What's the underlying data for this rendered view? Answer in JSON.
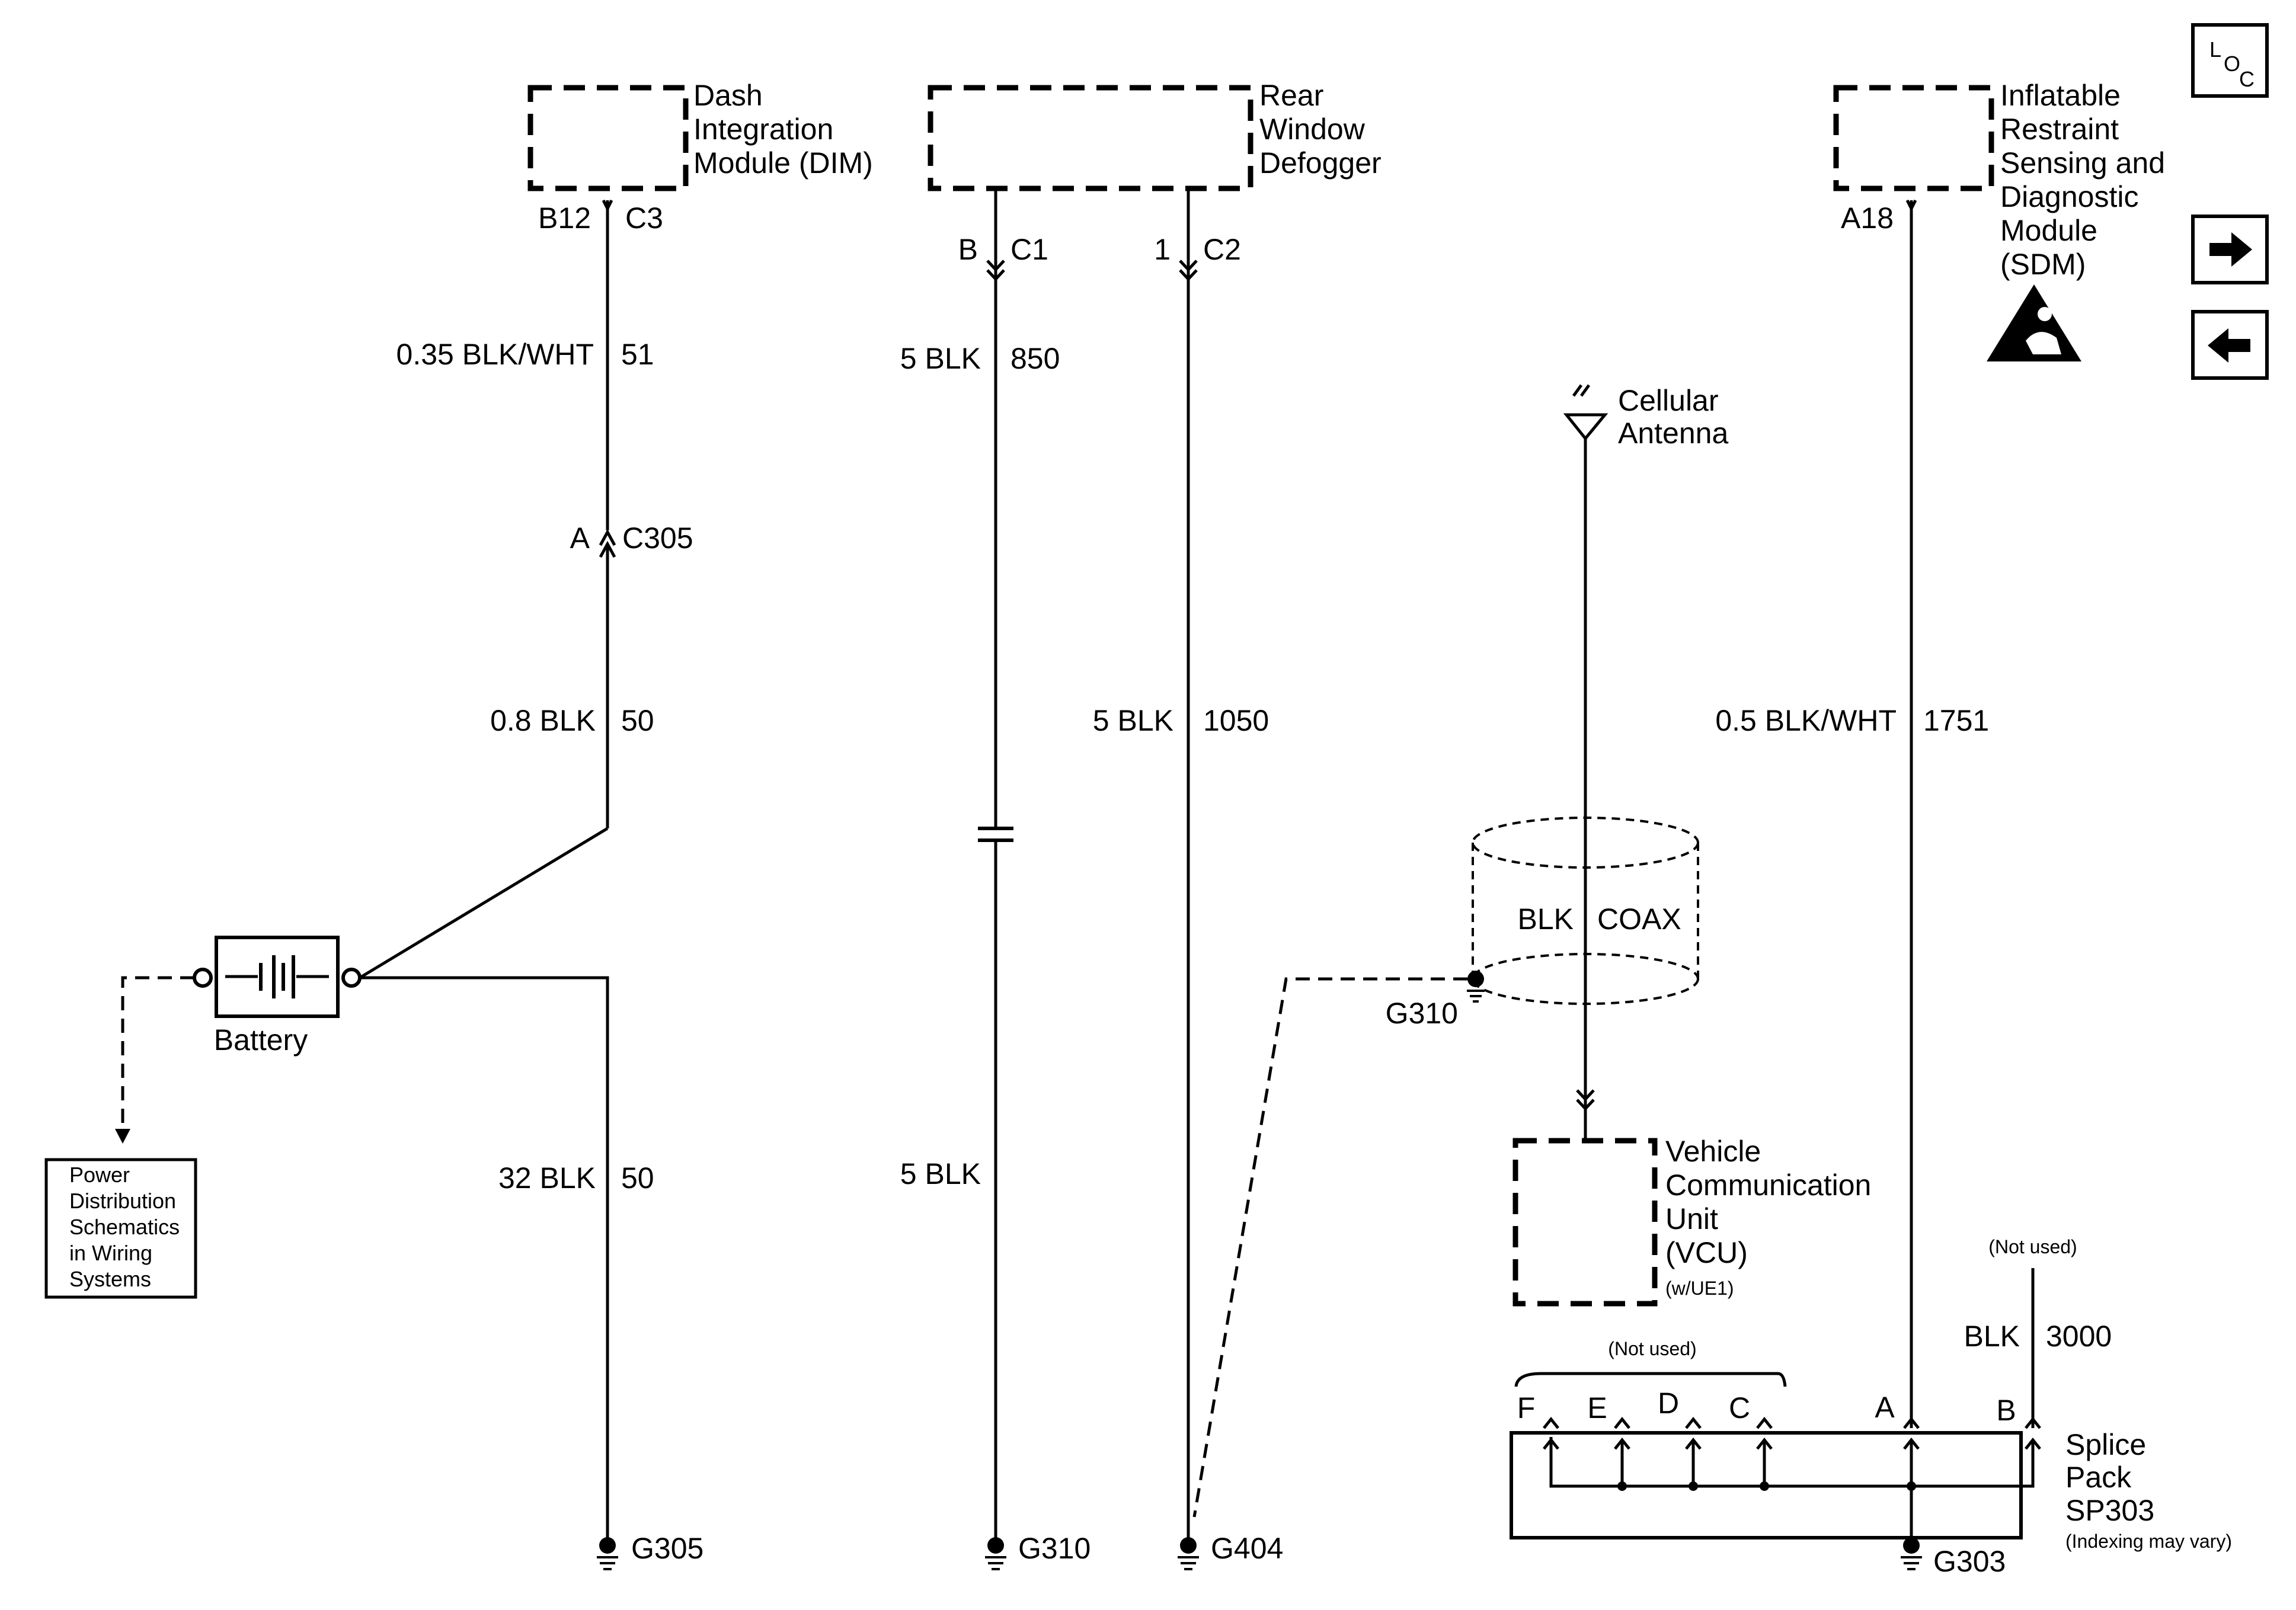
{
  "components": {
    "dim": {
      "label_lines": [
        "Dash",
        "Integration",
        "Module (DIM)"
      ],
      "pin": "B12",
      "connector": "C3"
    },
    "rear_window_defogger": {
      "label_lines": [
        "Rear",
        "Window",
        "Defogger"
      ],
      "pin_b": "B",
      "connector_c1": "C1",
      "pin_1": "1",
      "connector_c2": "C2"
    },
    "sdm": {
      "label_lines": [
        "Inflatable",
        "Restraint",
        "Sensing and",
        "Diagnostic",
        "Module",
        "(SDM)"
      ],
      "pin": "A18"
    },
    "cellular_antenna": {
      "label_lines": [
        "Cellular",
        "Antenna"
      ]
    },
    "vcu": {
      "label_lines": [
        "Vehicle",
        "Communication",
        "Unit",
        "(VCU)"
      ],
      "note": "(w/UE1)"
    },
    "battery": {
      "label": "Battery"
    },
    "power_distribution": {
      "label_lines": [
        "Power",
        "Distribution",
        "Schematics",
        "in Wiring",
        "Systems"
      ]
    },
    "splice_pack": {
      "label_lines": [
        "Splice",
        "Pack",
        "SP303"
      ],
      "note": "(Indexing may vary)",
      "pins": [
        "F",
        "E",
        "D",
        "C",
        "A",
        "B"
      ],
      "not_used_group": "(Not used)",
      "not_used_b": "(Not used)"
    }
  },
  "connectors": {
    "c305_pin": "A",
    "c305": "C305"
  },
  "wires": {
    "dim_top": {
      "gauge_color": "0.35 BLK/WHT",
      "circuit": "51"
    },
    "dim_bottom": {
      "gauge_color": "0.8 BLK",
      "circuit": "50"
    },
    "battery_ground": {
      "gauge_color": "32 BLK",
      "circuit": "50"
    },
    "defog_c1_top": {
      "gauge_color": "5 BLK",
      "circuit": "850"
    },
    "defog_c1_bottom": {
      "gauge_color": "5 BLK"
    },
    "defog_c2": {
      "gauge_color": "5 BLK",
      "circuit": "1050"
    },
    "sdm": {
      "gauge_color": "0.5 BLK/WHT",
      "circuit": "1751"
    },
    "coax": {
      "color": "BLK",
      "type": "COAX"
    },
    "splice_b": {
      "color": "BLK",
      "circuit": "3000"
    }
  },
  "grounds": {
    "g305": "G305",
    "g310": "G310",
    "g404": "G404",
    "g310_shield": "G310",
    "g303": "G303"
  },
  "nav": {
    "loc_l": "L",
    "loc_o": "O",
    "loc_c": "C",
    "next_icon": "arrow-right-icon",
    "prev_icon": "arrow-left-icon",
    "airbag_icon": "airbag-warning-icon"
  }
}
